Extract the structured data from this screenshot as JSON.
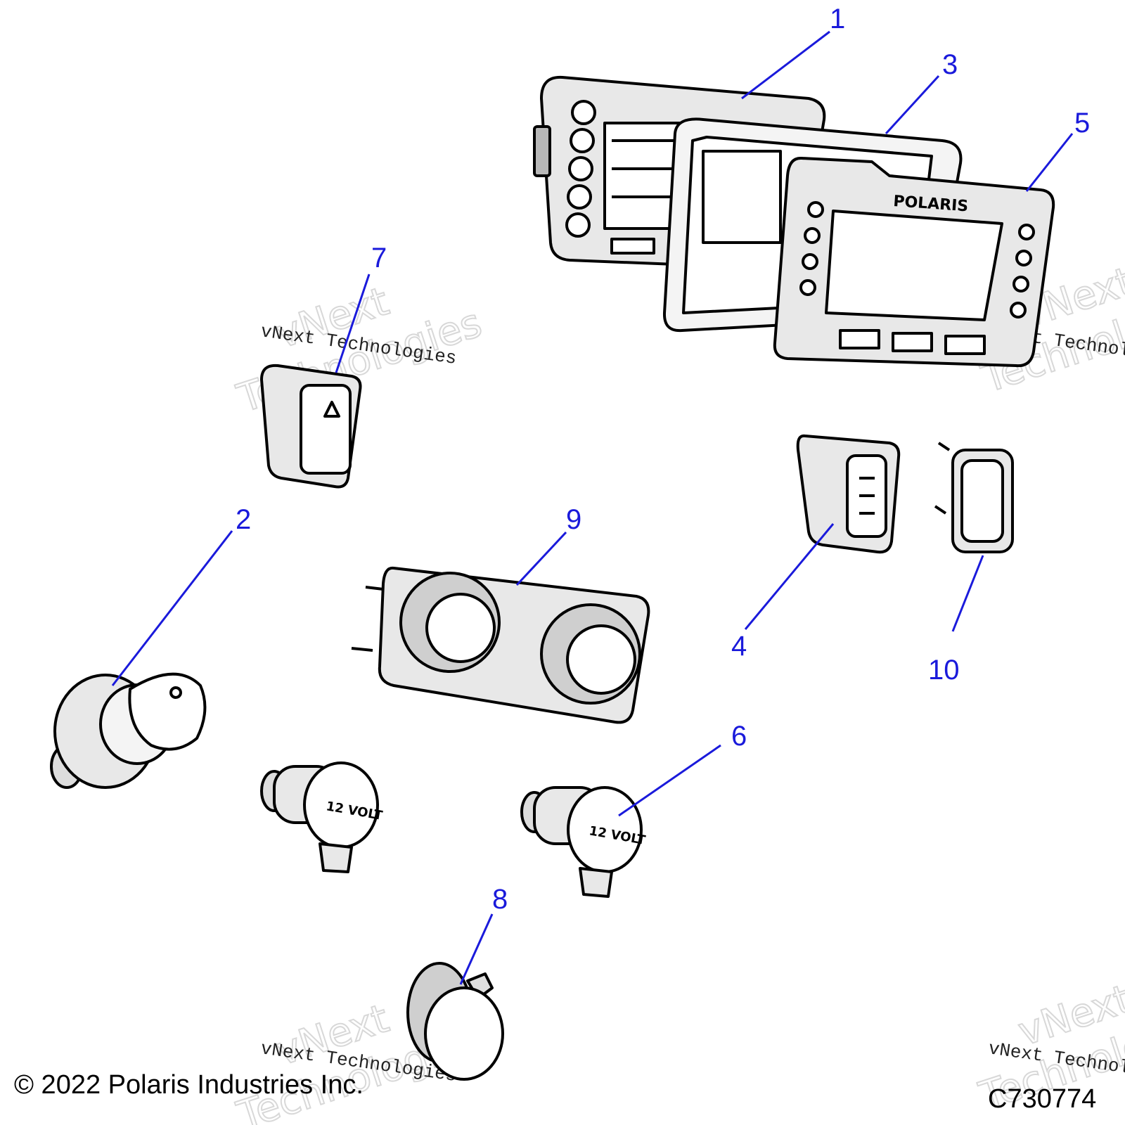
{
  "callouts": [
    "1",
    "2",
    "3",
    "4",
    "5",
    "6",
    "7",
    "8",
    "9",
    "10"
  ],
  "watermark": {
    "line1": "vNext",
    "line2": "Technologies",
    "small": "vNext Technologies"
  },
  "part_labels": {
    "polaris_logo": "POLARIS",
    "socket_a": "12 VOLT",
    "socket_b": "12 VOLT"
  },
  "footer": {
    "copyright": "© 2022 Polaris Industries Inc.",
    "drawing_number": "C730774"
  },
  "colors": {
    "callout": "#1a1adb",
    "line": "#000000",
    "shade": "#e8e8e8"
  }
}
